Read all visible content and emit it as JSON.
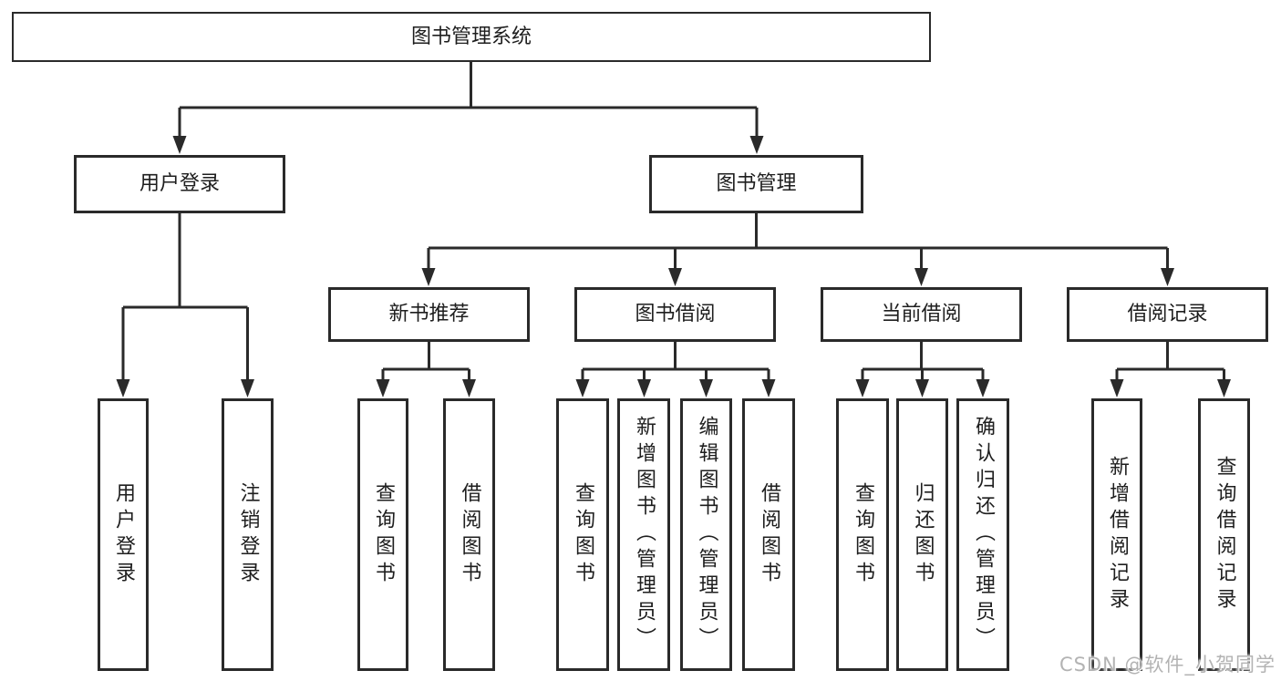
{
  "colors": {
    "line": "#2a2a2a",
    "text": "#1e1e1e",
    "box_background": "#ffffff",
    "watermark": "#b3b3b3"
  },
  "tree": {
    "root": {
      "label": "图书管理系统"
    },
    "branches": [
      {
        "label": "用户登录",
        "leaves": [
          {
            "label": "用户登录"
          },
          {
            "label": "注销登录"
          }
        ]
      },
      {
        "label": "图书管理",
        "groups": [
          {
            "label": "新书推荐",
            "leaves": [
              {
                "label": "查询图书"
              },
              {
                "label": "借阅图书"
              }
            ]
          },
          {
            "label": "图书借阅",
            "leaves": [
              {
                "label": "查询图书"
              },
              {
                "label": "新增图书（管理员）"
              },
              {
                "label": "编辑图书（管理员）"
              },
              {
                "label": "借阅图书"
              }
            ]
          },
          {
            "label": "当前借阅",
            "leaves": [
              {
                "label": "查询图书"
              },
              {
                "label": "归还图书"
              },
              {
                "label": "确认归还（管理员）"
              }
            ]
          },
          {
            "label": "借阅记录",
            "leaves": [
              {
                "label": "新增借阅记录"
              },
              {
                "label": "查询借阅记录"
              }
            ]
          }
        ]
      }
    ]
  },
  "watermark": {
    "text": "CSDN @软件_小贺同学"
  }
}
